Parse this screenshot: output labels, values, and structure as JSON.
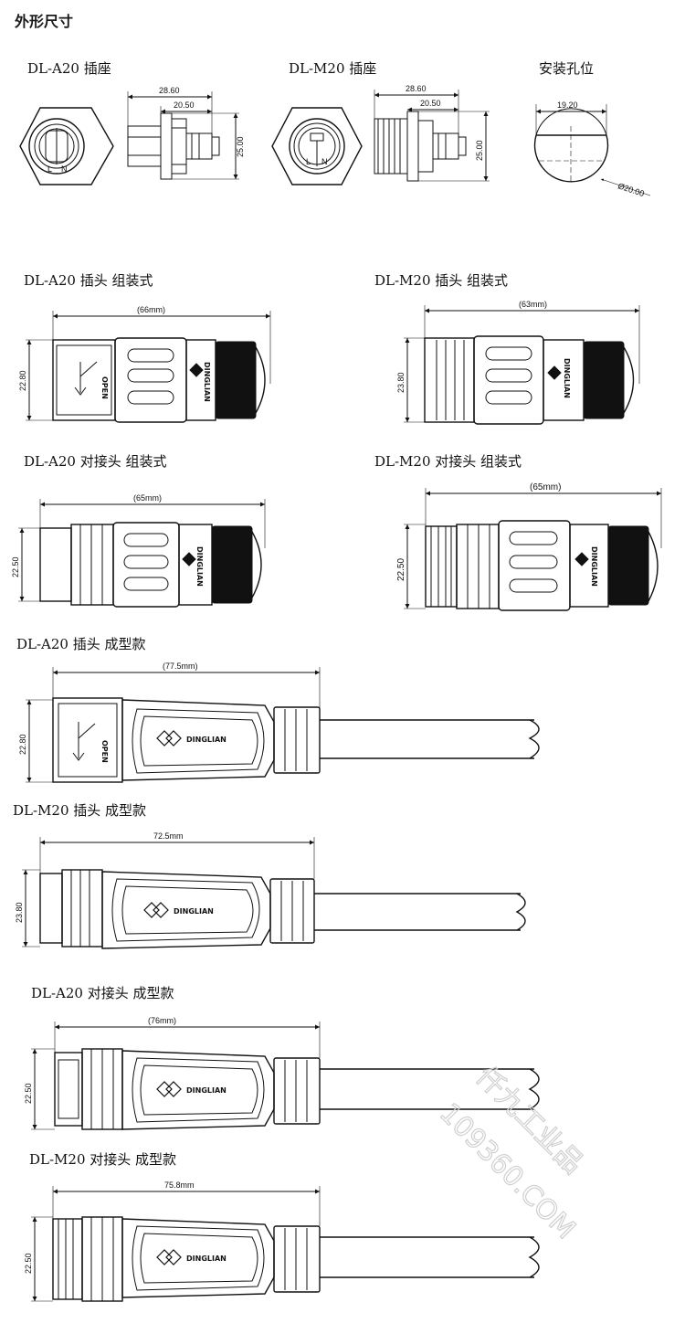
{
  "page_title": "外形尺寸",
  "sections": {
    "a20_socket": {
      "label": "DL-A20 插座",
      "dims": [
        "28.60",
        "20.50",
        "25.00"
      ]
    },
    "m20_socket": {
      "label": "DL-M20 插座",
      "dims": [
        "28.60",
        "20.50",
        "25.00"
      ]
    },
    "mount_hole": {
      "label": "安装孔位",
      "dims": [
        "19.20",
        "Ø20.00"
      ]
    },
    "a20_plug_assembled": {
      "label": "DL-A20 插头 组装式",
      "dims": [
        "(66mm)",
        "22.80"
      ]
    },
    "m20_plug_assembled": {
      "label": "DL-M20 插头 组装式",
      "dims": [
        "(63mm)",
        "23.80"
      ]
    },
    "a20_coupler_assembled": {
      "label": "DL-A20 对接头 组装式",
      "dims": [
        "(65mm)",
        "22.50"
      ]
    },
    "m20_coupler_assembled": {
      "label": "DL-M20 对接头 组装式",
      "dims": [
        "(65mm)",
        "22.50"
      ]
    },
    "a20_plug_molded": {
      "label": "DL-A20 插头 成型款",
      "dims": [
        "(77.5mm)",
        "22.80"
      ]
    },
    "m20_plug_molded": {
      "label": "DL-M20 插头 成型款",
      "dims": [
        "72.5mm",
        "23.80"
      ]
    },
    "a20_coupler_molded": {
      "label": "DL-A20 对接头 成型款",
      "dims": [
        "(76mm)",
        "22.50"
      ]
    },
    "m20_coupler_molded": {
      "label": "DL-M20 对接头 成型款",
      "dims": [
        "75.8mm",
        "22.50"
      ]
    }
  },
  "brand_text": "DINGLIAN",
  "open_text": "OPEN",
  "pin_labels": [
    "L",
    "N"
  ],
  "watermark": {
    "line1": "仟九工业品",
    "line2": "109360.COM"
  }
}
